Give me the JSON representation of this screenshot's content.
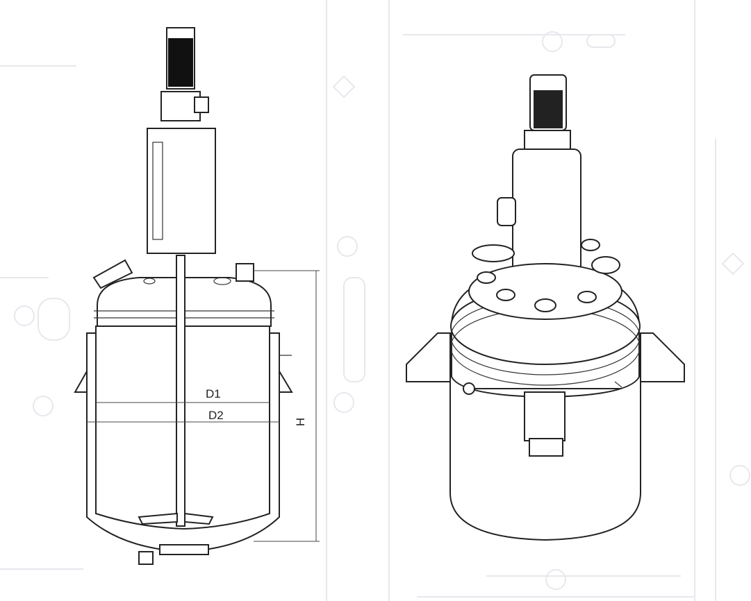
{
  "figure": {
    "left_view_labels": {
      "d1": "D1",
      "d2": "D2",
      "h": "H"
    }
  }
}
